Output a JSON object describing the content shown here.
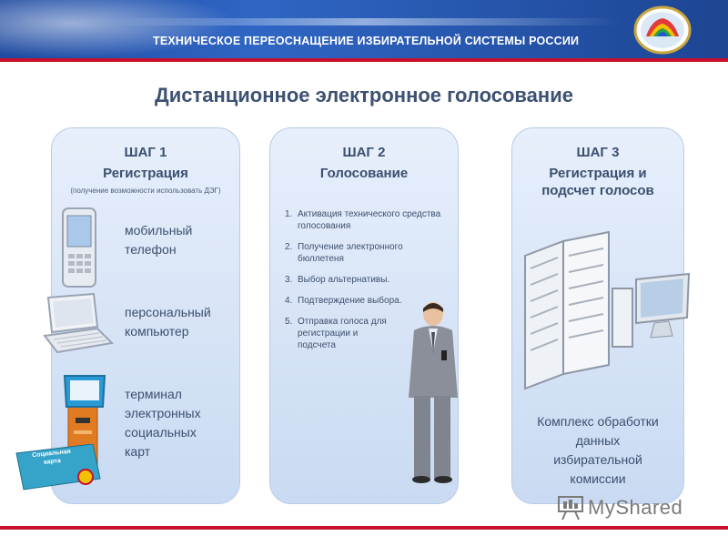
{
  "header": {
    "title": "ТЕХНИЧЕСКОЕ ПЕРЕОСНАЩЕНИЕ ИЗБИРАТЕЛЬНОЙ СИСТЕМЫ РОССИИ",
    "emblem_icon": "cec-emblem-icon"
  },
  "page": {
    "title": "Дистанционное электронное голосование"
  },
  "steps": [
    {
      "number": "ШАГ 1",
      "name": "Регистрация",
      "note": "(получение возможности использовать ДЭГ)",
      "devices": [
        {
          "icon": "mobile-phone-icon",
          "label_lines": [
            "мобильный",
            "телефон"
          ]
        },
        {
          "icon": "laptop-icon",
          "label_lines": [
            "персональный",
            "компьютер"
          ]
        },
        {
          "icon": "kiosk-terminal-icon",
          "label_lines": [
            "терминал",
            "электронных",
            "социальных",
            "карт"
          ]
        }
      ],
      "badge_text": "Социальная карта"
    },
    {
      "number": "ШАГ 2",
      "name": "Голосование",
      "list": [
        {
          "n": "1.",
          "text": "Активация технического средства голосования"
        },
        {
          "n": "2.",
          "text": "Получение электронного бюллетеня"
        },
        {
          "n": "3.",
          "text": "Выбор альтернативы."
        },
        {
          "n": "4.",
          "text": "Подтверждение выбора."
        },
        {
          "n": "5.",
          "text": "Отправка голоса для регистрации и подсчета"
        }
      ],
      "figure_icon": "man-with-phone-icon"
    },
    {
      "number": "ШАГ 3",
      "name_lines": [
        "Регистрация и",
        "подсчет голосов"
      ],
      "figure_icon": "server-rack-icon",
      "caption_lines": [
        "Комплекс обработки",
        "данных",
        "избирательной",
        "комиссии"
      ]
    }
  ],
  "watermark": {
    "text": "MyShared"
  },
  "colors": {
    "header_blue": "#2f66c4",
    "accent_red": "#c8102e",
    "card_bg": "#dbe6f7"
  }
}
